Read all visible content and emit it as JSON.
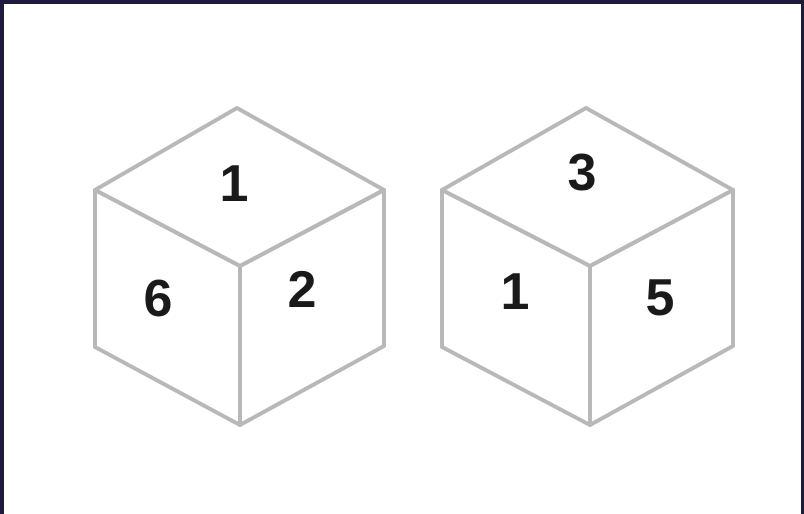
{
  "dice": [
    {
      "top": "1",
      "left": "6",
      "right": "2"
    },
    {
      "top": "3",
      "left": "1",
      "right": "5"
    }
  ],
  "colors": {
    "background_frame": "#1e1a3c",
    "canvas": "#ffffff",
    "edges": "#b8b8b8",
    "digits": "#1a1a1a"
  }
}
